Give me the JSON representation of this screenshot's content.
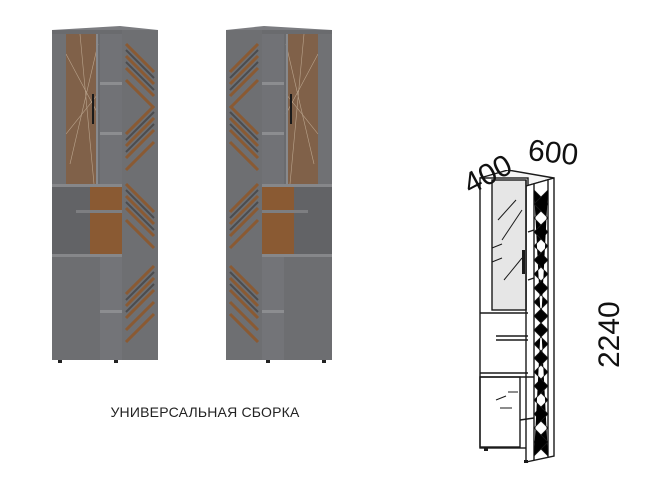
{
  "product": {
    "caption": "УНИВЕРСАЛЬНАЯ СБОРКА",
    "colors": {
      "body": "#6e6f72",
      "body_dark": "#5d5e61",
      "wood": "#8a5a33",
      "handle": "#1a1a1a",
      "drawing_line": "#1a1a1a",
      "drawing_fill": "#f2f2f2"
    },
    "views": [
      {
        "id": "left-assembly",
        "label": "left-hand cabinet render"
      },
      {
        "id": "right-assembly",
        "label": "right-hand cabinet render"
      }
    ]
  },
  "drawing": {
    "depth": "400",
    "width": "600",
    "height": "2240"
  }
}
